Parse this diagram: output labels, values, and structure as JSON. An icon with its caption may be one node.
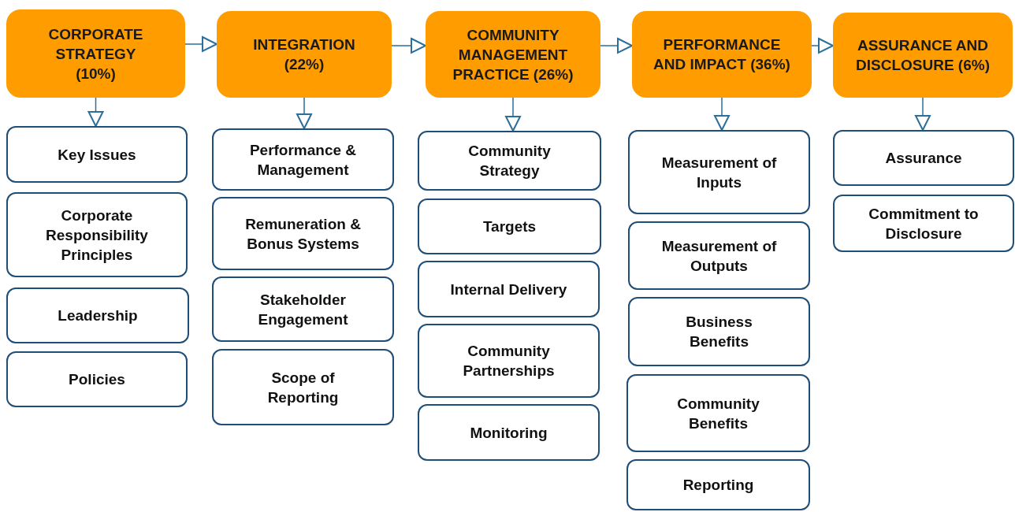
{
  "diagram": {
    "nodes": [
      {
        "text": [
          "CORPORATE STRATEGY (10%)"
        ]
      },
      {
        "text": [
          "Key Issues"
        ]
      },
      {
        "text": [
          "Corporate Responsibility Principles"
        ]
      },
      {
        "text": [
          "Leadership"
        ]
      },
      {
        "text": [
          "Policies"
        ]
      },
      {
        "text": [
          "INTEGRATION (22%)"
        ]
      },
      {
        "text": [
          "Performance & Management"
        ]
      },
      {
        "text": [
          "Remuneration & Bonus Systems"
        ]
      },
      {
        "text": [
          "Stakeholder Engagement"
        ]
      },
      {
        "text": [
          "Scope of Reporting"
        ]
      },
      {
        "text": [
          "COMMUNITY MANAGEMENT PRACTICE (26%)"
        ]
      },
      {
        "text": [
          "Community Strategy"
        ]
      },
      {
        "text": [
          "Targets"
        ]
      },
      {
        "text": [
          "Internal Delivery"
        ]
      },
      {
        "text": [
          "Community Partnerships"
        ]
      },
      {
        "text": [
          "Monitoring"
        ]
      },
      {
        "text": [
          "PERFORMANCE AND IMPACT (36%)"
        ]
      },
      {
        "text": [
          "Measurement of Inputs"
        ]
      },
      {
        "text": [
          "Measurement of Outputs"
        ]
      },
      {
        "text": [
          "Business Benefits"
        ]
      },
      {
        "text": [
          "Community Benefits"
        ]
      },
      {
        "text": [
          "Reporting"
        ]
      },
      {
        "text": [
          "ASSURANCE AND DISCLOSURE (6%)"
        ]
      },
      {
        "text": [
          "Assurance"
        ]
      },
      {
        "text": [
          "Commitment to Disclosure"
        ]
      }
    ],
    "edges": [
      {
        "from": 0,
        "to": 5,
        "arrow": "to"
      },
      {
        "from": 5,
        "to": 10,
        "arrow": "to"
      },
      {
        "from": 10,
        "to": 16,
        "arrow": "to"
      },
      {
        "from": 16,
        "to": 22,
        "arrow": "to"
      },
      {
        "from": 0,
        "to": 1,
        "arrow": "to"
      },
      {
        "from": 5,
        "to": 6,
        "arrow": "to"
      },
      {
        "from": 10,
        "to": 11,
        "arrow": "to"
      },
      {
        "from": 16,
        "to": 17,
        "arrow": "to"
      },
      {
        "from": 22,
        "to": 23,
        "arrow": "to"
      }
    ]
  }
}
